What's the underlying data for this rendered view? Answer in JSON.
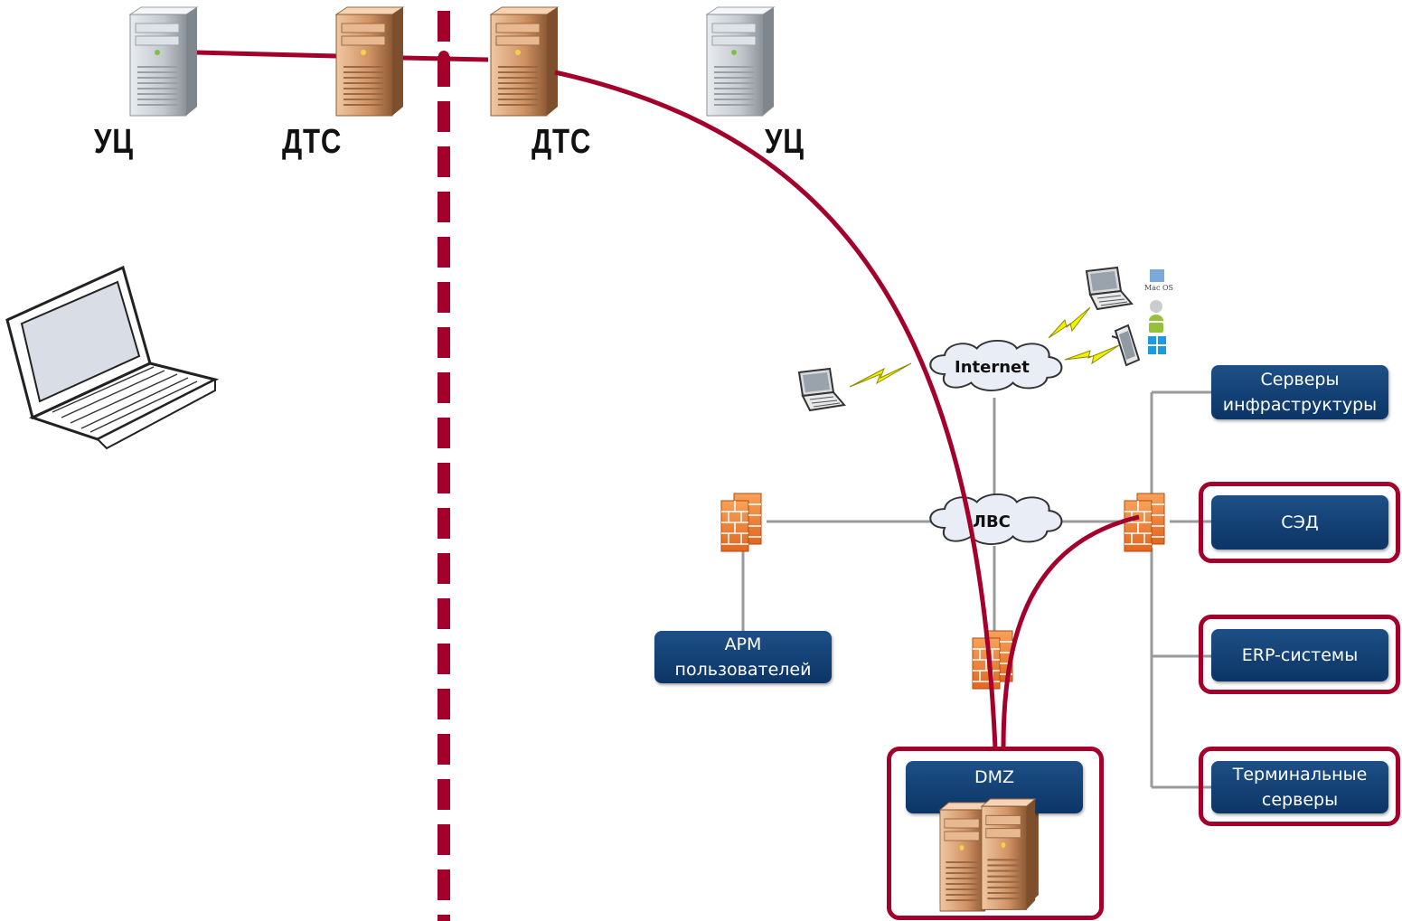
{
  "servers": {
    "left_uc": "УЦ",
    "left_dts": "ДТС",
    "right_dts": "ДТС",
    "right_uc": "УЦ"
  },
  "clouds": {
    "internet": "Internet",
    "lvs": "ЛВС"
  },
  "os_badges": {
    "macos": "Mac OS"
  },
  "boxes": {
    "infra_line1": "Серверы",
    "infra_line2": "инфраструктуры",
    "sed": "СЭД",
    "erp": "ERP-системы",
    "terminal_line1": "Терминальные",
    "terminal_line2": "серверы",
    "arm_line1": "АРМ",
    "arm_line2": "пользователей",
    "dmz": "DMZ"
  },
  "colors": {
    "connection": "#a3002b",
    "network_line": "#9a9a9a",
    "box": "#0c3566",
    "gray_server": "#b9bec4",
    "orange_server": "#c8875a",
    "firewall": "#f07b2c",
    "lightning": "#f2f200"
  }
}
